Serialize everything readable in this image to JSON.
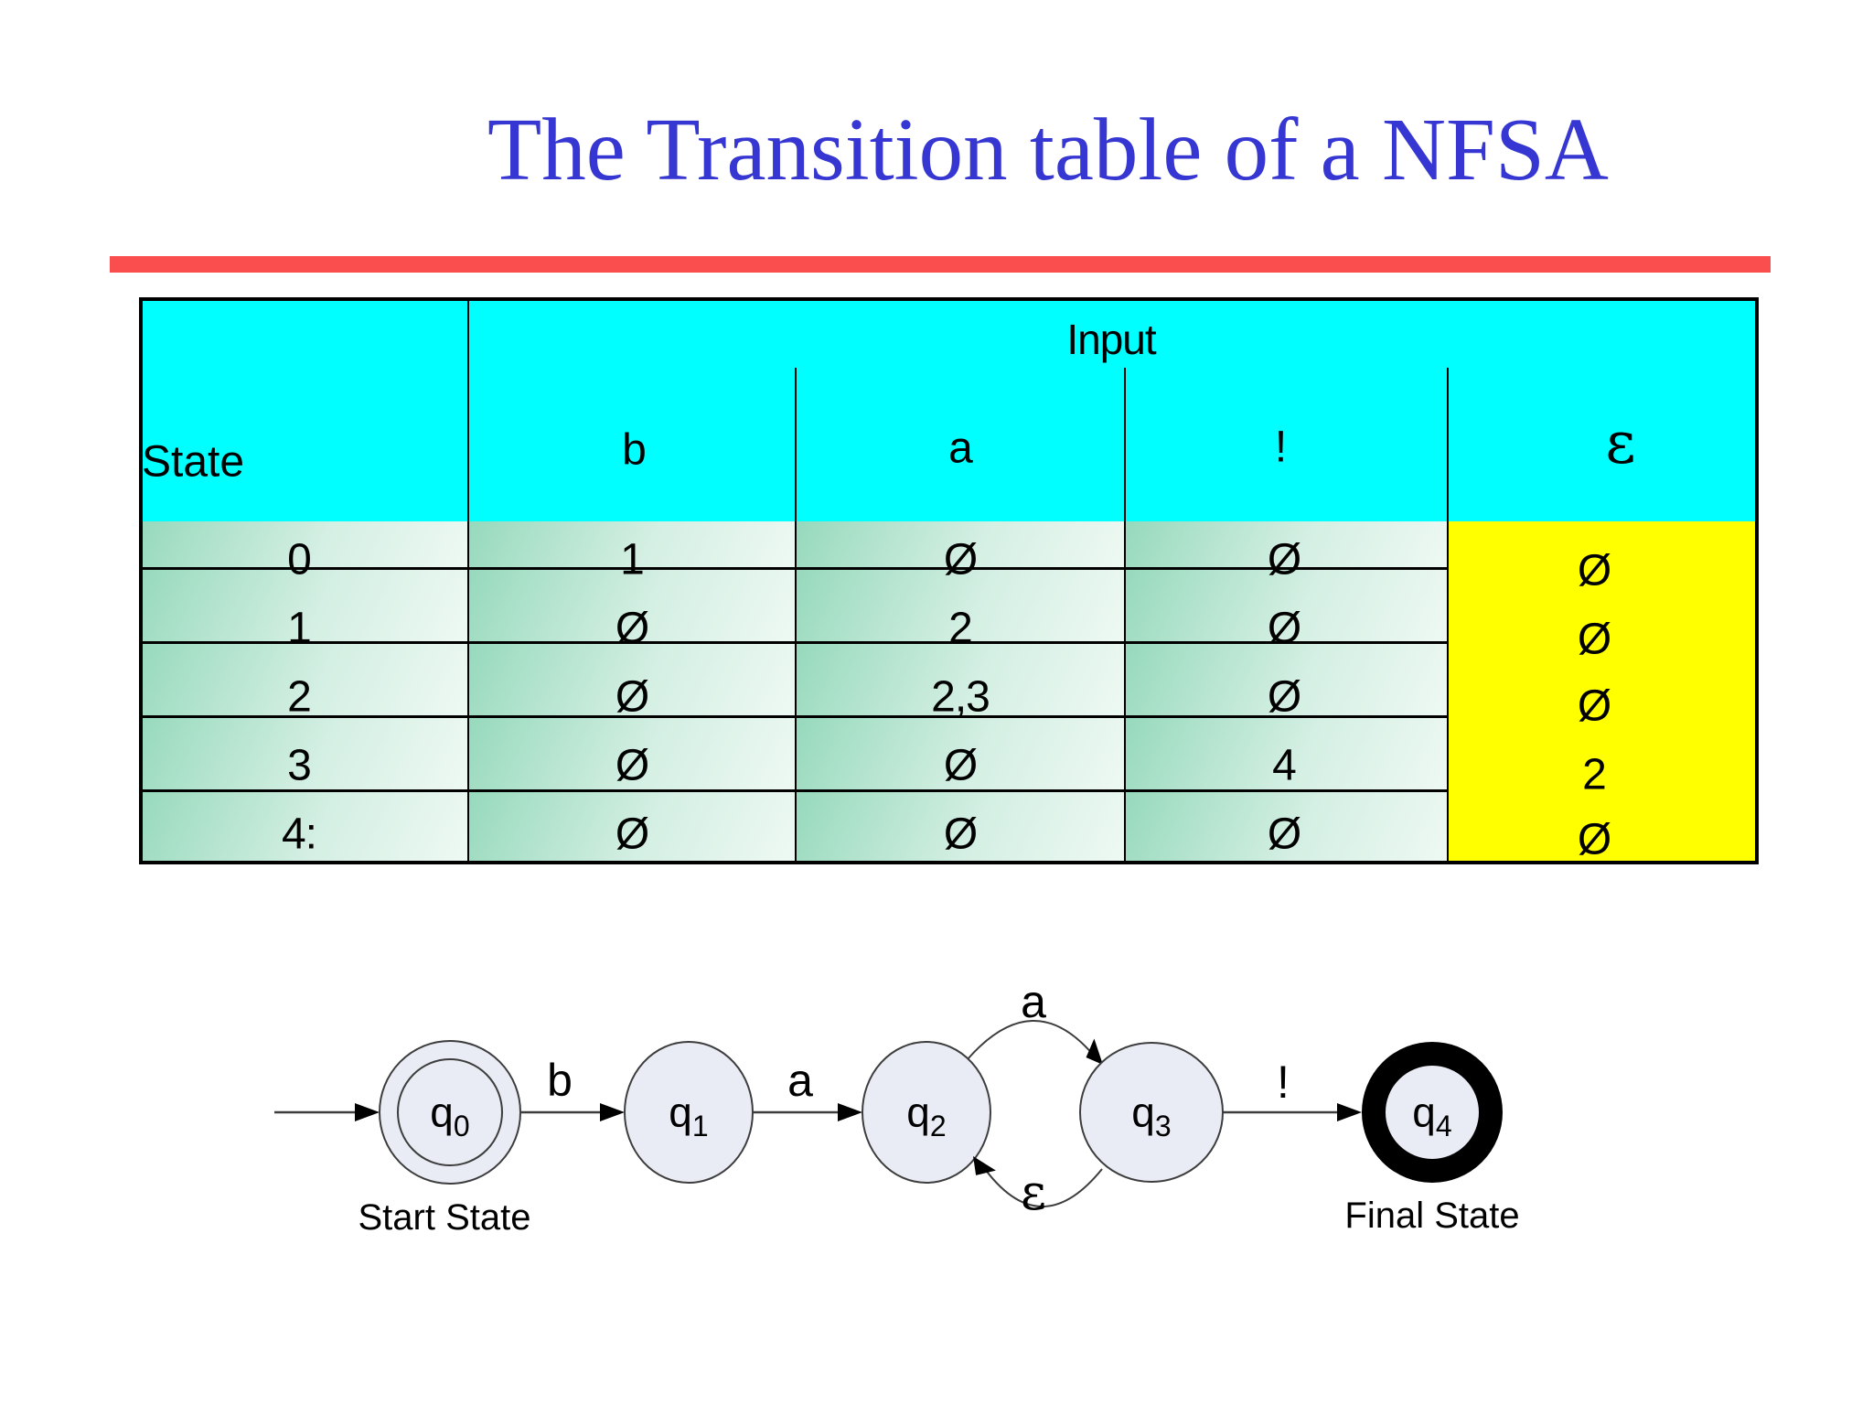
{
  "title": "The Transition table of a NFSA",
  "colors": {
    "title_blue": "#3636D2",
    "divider_red": "#FA4E4E",
    "header_cyan": "#00FFFF",
    "epsilon_column_yellow": "#FFFF00",
    "cell_green_dark": "#96d9bc",
    "cell_green_light": "#eef9f3",
    "state_fill": "#E9ECF4",
    "state_stroke": "#3d3d3d"
  },
  "table": {
    "corner_label": "State",
    "input_group_label": "Input",
    "columns": {
      "c1": "b",
      "c2": "a",
      "c3": "!",
      "c4": "ε"
    },
    "rows": [
      {
        "state": "0",
        "b": "1",
        "a": "Ø",
        "bang": "Ø",
        "eps": "Ø"
      },
      {
        "state": "1",
        "b": "Ø",
        "a": "2",
        "bang": "Ø",
        "eps": "Ø"
      },
      {
        "state": "2",
        "b": "Ø",
        "a": "2,3",
        "bang": "Ø",
        "eps": "Ø"
      },
      {
        "state": "3",
        "b": "Ø",
        "a": "Ø",
        "bang": "4",
        "eps": "2"
      },
      {
        "state": "4:",
        "b": "Ø",
        "a": "Ø",
        "bang": "Ø",
        "eps": "Ø"
      }
    ]
  },
  "diagram": {
    "states": [
      {
        "main": "q",
        "sub": "0"
      },
      {
        "main": "q",
        "sub": "1"
      },
      {
        "main": "q",
        "sub": "2"
      },
      {
        "main": "q",
        "sub": "3"
      },
      {
        "main": "q",
        "sub": "4"
      }
    ],
    "edges": {
      "q0_q1": "b",
      "q1_q2": "a",
      "q2_q3_arc": "a",
      "q3_q2_arc": "ε",
      "q3_q4": "!"
    },
    "start_caption": "Start State",
    "final_caption": "Final State"
  }
}
